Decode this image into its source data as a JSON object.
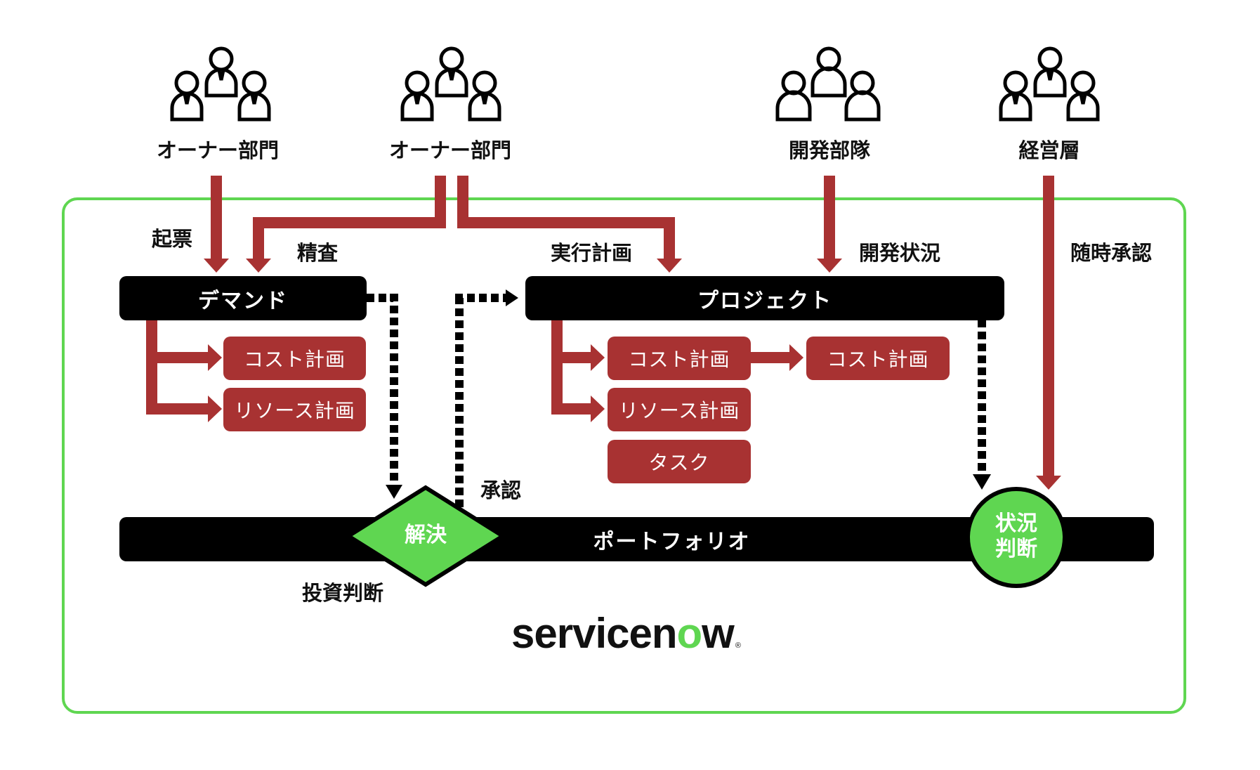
{
  "colors": {
    "accent_green": "#5fd651",
    "flow_red": "#a83232",
    "bar_black": "#000000"
  },
  "actors": [
    {
      "label": "オーナー部門",
      "icon": "people-with-ties-icon"
    },
    {
      "label": "オーナー部門",
      "icon": "people-with-ties-icon"
    },
    {
      "label": "開発部隊",
      "icon": "people-icon"
    },
    {
      "label": "経営層",
      "icon": "people-with-ties-icon"
    }
  ],
  "flow_labels": {
    "kihyo": "起票",
    "seisa": "精査",
    "jikko_keikaku": "実行計画",
    "kaihatsu_jokyo": "開発状況",
    "zuiji_shonin": "随時承認",
    "shonin": "承認",
    "toshi_handan": "投資判断"
  },
  "demand": {
    "title": "デマンド",
    "children": [
      "コスト計画",
      "リソース計画"
    ]
  },
  "project": {
    "title": "プロジェクト",
    "children": [
      "コスト計画",
      "リソース計画",
      "タスク"
    ],
    "cost_next": "コスト計画"
  },
  "portfolio": {
    "title": "ポートフォリオ",
    "decision_node": "解決",
    "status_node_line1": "状況",
    "status_node_line2": "判断"
  },
  "logo": {
    "text_before": "servicen",
    "text_o": "o",
    "text_after": "w",
    "registered": "®"
  }
}
